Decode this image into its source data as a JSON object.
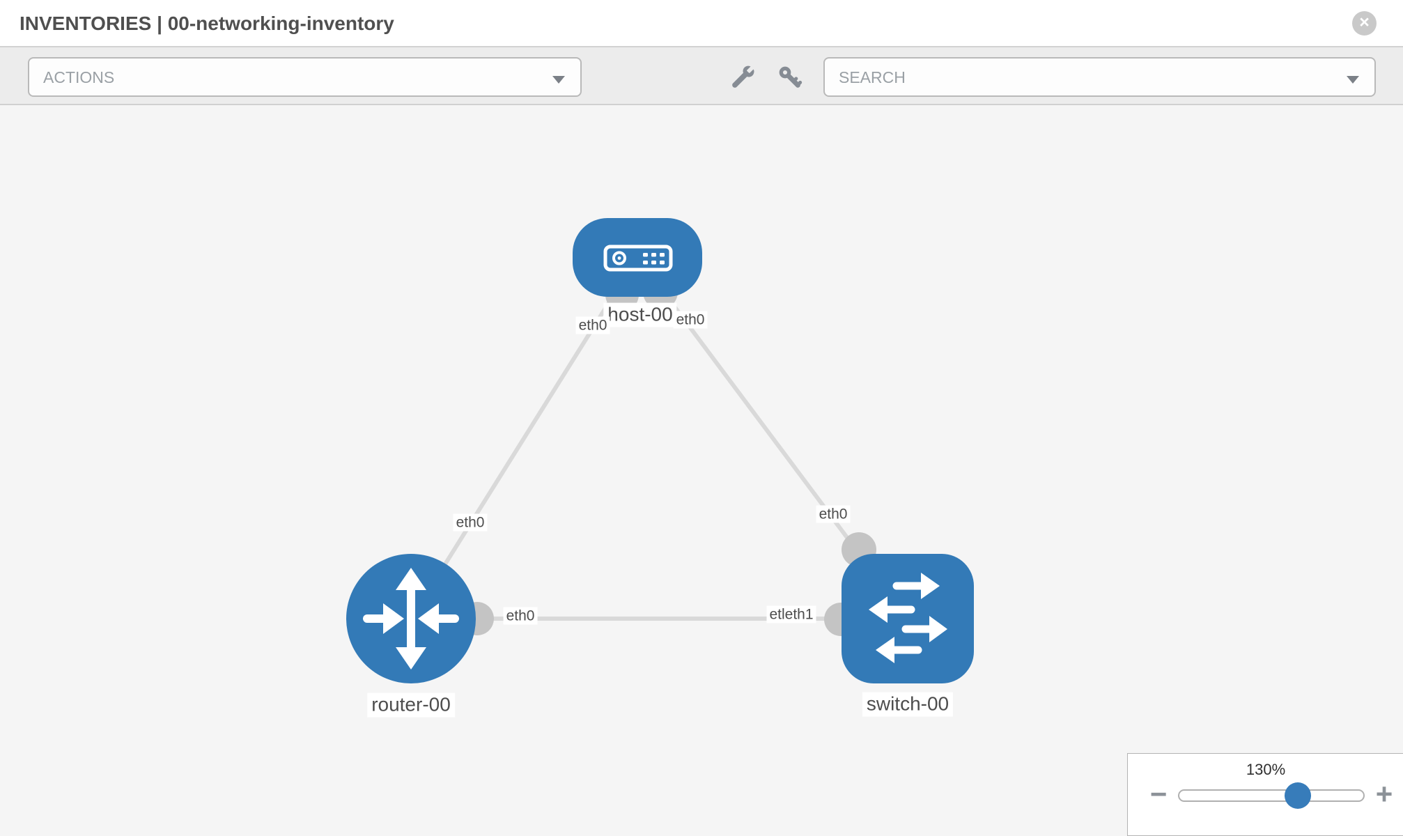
{
  "header": {
    "title": "INVENTORIES | 00-networking-inventory",
    "close_glyph": "×"
  },
  "toolbar": {
    "actions_placeholder": "ACTIONS",
    "search_placeholder": "SEARCH"
  },
  "topology": {
    "nodes": [
      {
        "label": "host-00",
        "type": "host"
      },
      {
        "label": "router-00",
        "type": "router"
      },
      {
        "label": "switch-00",
        "type": "switch"
      }
    ],
    "interface_labels": {
      "host_left": "eth0",
      "host_right": "eth0",
      "host_router_link": "eth0",
      "host_switch_link": "eth0",
      "router_port": "eth0",
      "switch_port": "etleth1"
    },
    "colors": {
      "node_fill": "#337ab7",
      "link": "#d9d9d9",
      "port": "#c4c4c4",
      "label_text": "#4d4d4d"
    }
  },
  "zoom": {
    "level": "130%",
    "out_glyph": "−",
    "in_glyph": "+",
    "percent": 64
  }
}
